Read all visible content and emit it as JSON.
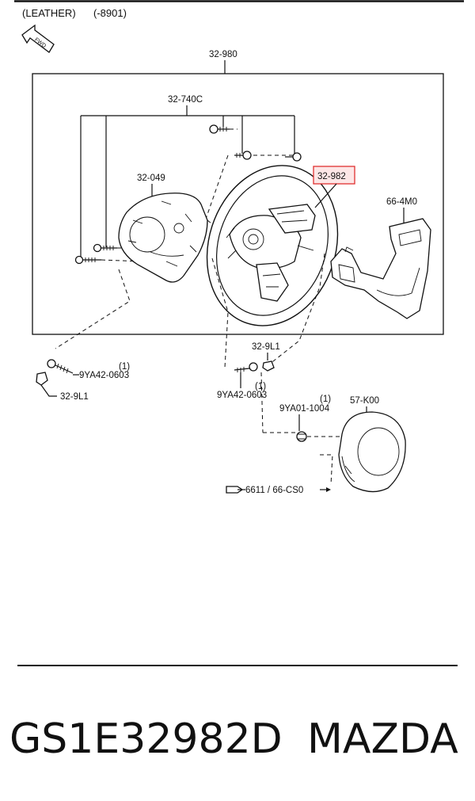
{
  "header": {
    "variant": "(LEATHER)",
    "serial": "(-8901)"
  },
  "fwd_label": "FWD",
  "callouts": {
    "assembly": "32-980",
    "screw_set": "32-740C",
    "cover": "32-049",
    "highlighted": "32-982",
    "switch": "66-4M0",
    "nut_right": "32-9L1",
    "nut_left": "32-9L1",
    "bolt_left": "9YA42-0603",
    "bolt_left_qty": "(1)",
    "bolt_right": "9YA42-0603",
    "bolt_right_qty": "(1)",
    "bolt_airbag": "9YA01-1004",
    "bolt_airbag_qty": "(1)",
    "airbag": "57-K00",
    "reference": "6611 / 66-CS0"
  },
  "highlight_color": "#e03030",
  "footer": {
    "part_number": "GS1E32982D",
    "brand": "MAZDA"
  }
}
